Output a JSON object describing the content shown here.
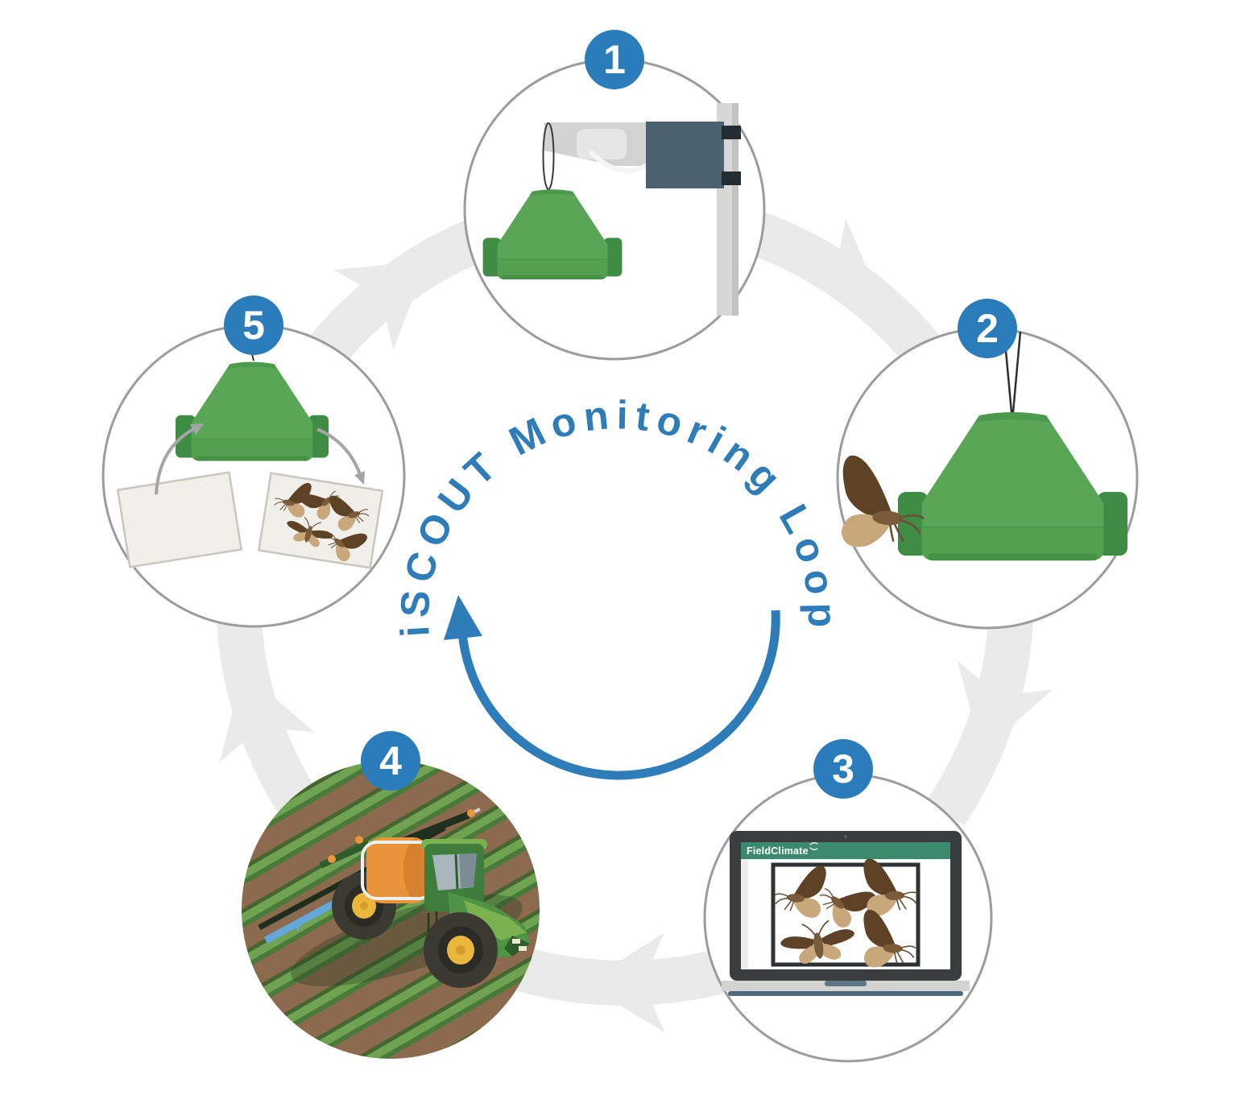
{
  "title": "iSCOUT Monitoring Loop",
  "center": {
    "arc_title": "iSCOUT Monitoring Loop",
    "loop_direction": "clockwise"
  },
  "steps": [
    {
      "number": "1",
      "icon": "trap-mounted-on-telemetry-station"
    },
    {
      "number": "2",
      "icon": "hanging-trap-attracting-moth"
    },
    {
      "number": "3",
      "icon": "laptop-fieldclimate-moth-photos",
      "screen_header": "FieldClimate"
    },
    {
      "number": "4",
      "icon": "tractor-spraying-field"
    },
    {
      "number": "5",
      "icon": "trap-sticky-plate-replacement"
    }
  ],
  "colors": {
    "accent_blue": "#2e7cb8",
    "badge_blue": "#2b7cba",
    "trap_green": "#58a656",
    "trap_green_dark": "#3f8d44",
    "connector_gray": "#eaeaea",
    "ring_gray": "#9c9c9c",
    "fieldclimate_green": "#3c8a6d",
    "moth_brown_dark": "#5e4226",
    "moth_brown_light": "#c8a77b",
    "field_brown": "#8b6a4d",
    "tank_orange": "#e8943a"
  }
}
